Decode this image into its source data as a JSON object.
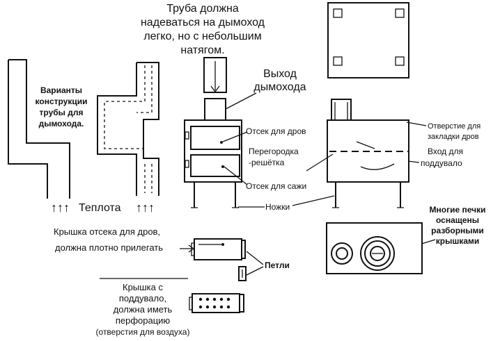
{
  "labels": {
    "pipe_note": [
      "Труба должна",
      "надеваться на дымоход",
      "легко, но с небольшим",
      "натягом."
    ],
    "variants": [
      "Варианты",
      "конструкции",
      "трубы для",
      "дымохода."
    ],
    "heat": "Теплота",
    "chimney_exit": [
      "Выход",
      "дымохода"
    ],
    "wood_compartment": "Отсек для дров",
    "partition": [
      "Перегородка",
      "-решётка"
    ],
    "soot_compartment": "Отсек для сажи",
    "legs": "Ножки",
    "wood_opening": [
      "Отверстие для",
      "закладки дров"
    ],
    "blower_inlet": [
      "Вход для",
      "поддувало"
    ],
    "many_stoves": [
      "Многие печки",
      "оснащены",
      "разборными",
      "крышками"
    ],
    "wood_lid": [
      "Крышка отсека для дров,",
      "должна плотно прилегать"
    ],
    "hinges": "Петли",
    "blower_lid": [
      "Крышка с",
      "поддувало,",
      "должна иметь",
      "перфорацию",
      "(отверстия для воздуха)"
    ]
  },
  "symbols": {
    "heat_arrows": "↑↑↑"
  }
}
